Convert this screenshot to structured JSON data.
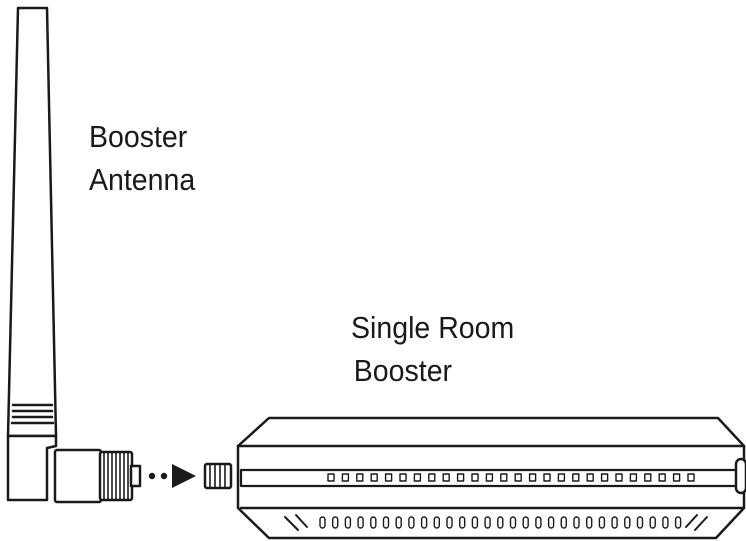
{
  "labels": {
    "antenna": [
      "Booster",
      "Antenna"
    ],
    "booster": [
      "Single Room",
      "Booster"
    ]
  },
  "colors": {
    "stroke": "#1a1a1a",
    "fill": "#ffffff"
  },
  "icons": {
    "connector": "dotted-arrow-icon"
  }
}
